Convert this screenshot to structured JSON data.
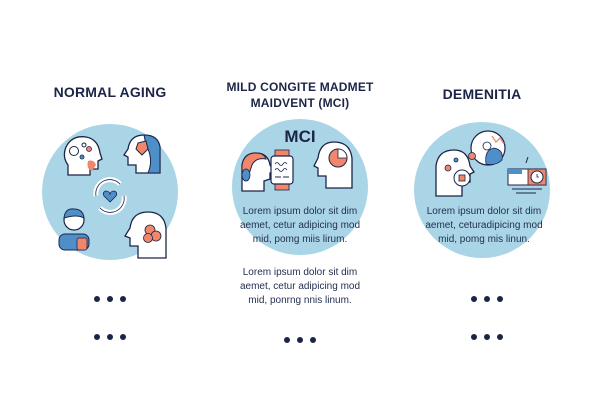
{
  "columns": [
    {
      "title": "NORMAL AGING",
      "icons": [
        "thinking-head-icon",
        "head-with-brain-badge-icon",
        "heart-cycle-icon",
        "child-icon",
        "head-with-brain-icon"
      ],
      "dots_rows": 2
    },
    {
      "title_line1": "MILD CONGITE MADMET",
      "title_line2": "MAIDVENT (MCI)",
      "circle_label": "MCI",
      "circle_text": "Lorem ipsum dolor sit dim aemet, cetur adipicing mod mid, pomg miis lirum.",
      "below_text": "Lorem ipsum dolor sit dim aemet, cetur adipicing mod mid, ponrng nnis linum.",
      "icons": [
        "head-profile-icon",
        "smartwatch-icon",
        "head-with-pie-chart-icon"
      ],
      "dots_rows": 1
    },
    {
      "title": "DEMENITIA",
      "circle_text": "Lorem ipsum dolor sit dim aemet, ceturadipicing mod mid, pomg mis linun.",
      "icons": [
        "confused-head-icon",
        "person-chart-icon",
        "clock-calendar-icon"
      ],
      "dots_rows": 2
    }
  ],
  "colors": {
    "circle": "#a9d5e6",
    "navy": "#1c2548",
    "orange": "#f0866a",
    "blue": "#4f8fc9"
  }
}
